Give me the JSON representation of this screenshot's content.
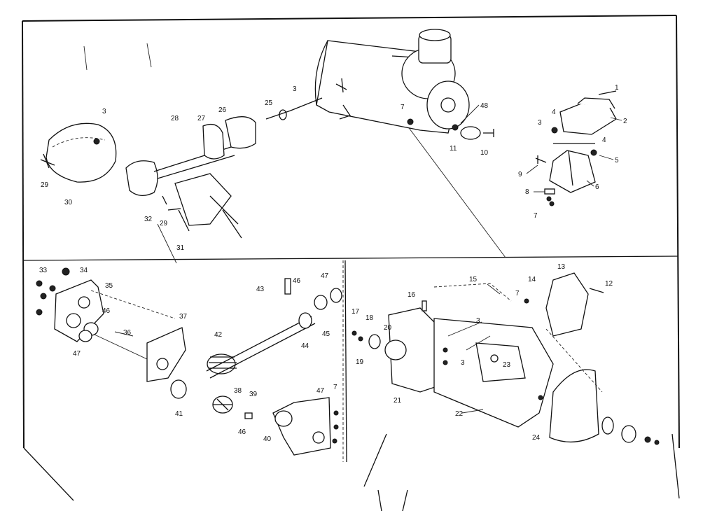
{
  "colors": {
    "ink": "#111111",
    "paper": "#ffffff"
  },
  "panels": {
    "top": {
      "callouts": [
        "1",
        "2",
        "3",
        "4",
        "3",
        "5",
        "4",
        "6",
        "9",
        "8",
        "7",
        "7",
        "10",
        "11",
        "48",
        "7",
        "3",
        "25",
        "26",
        "27",
        "28",
        "3",
        "29",
        "30",
        "32",
        "29",
        "31"
      ]
    },
    "bottom_left": {
      "callouts": [
        "33",
        "34",
        "35",
        "46",
        "47",
        "36",
        "37",
        "41",
        "42",
        "38",
        "39",
        "43",
        "46",
        "47",
        "44",
        "45",
        "47",
        "7",
        "46",
        "40"
      ]
    },
    "bottom_right": {
      "callouts": [
        "16",
        "17",
        "18",
        "19",
        "20",
        "21",
        "3",
        "3",
        "22",
        "23",
        "24",
        "15",
        "7",
        "14",
        "13",
        "12"
      ]
    }
  }
}
